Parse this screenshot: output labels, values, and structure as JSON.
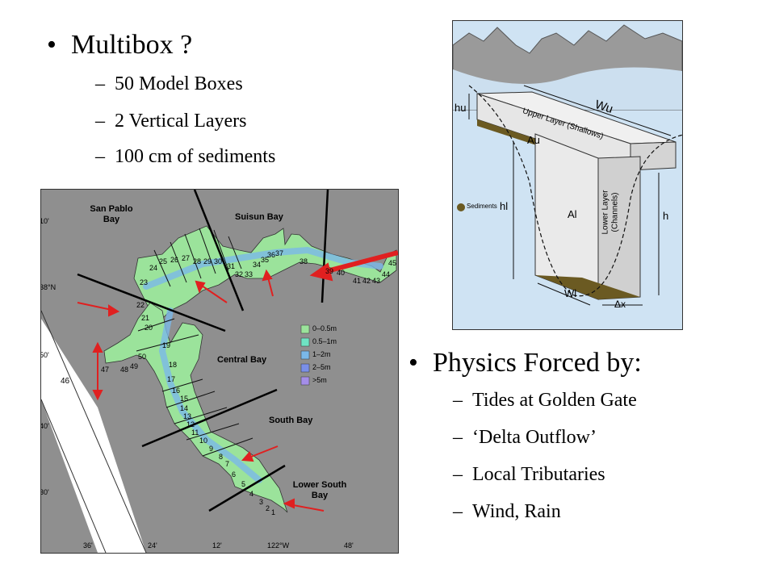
{
  "left": {
    "title": "Multibox ?",
    "items": [
      "50 Model Boxes",
      "2 Vertical Layers",
      "100 cm of sediments"
    ]
  },
  "right": {
    "title": "Physics Forced by:",
    "items": [
      "Tides at Golden Gate",
      "‘Delta Outflow’",
      "Local Tributaries",
      "Wind, Rain"
    ]
  },
  "map": {
    "regions": {
      "san_pablo": "San Pablo\nBay",
      "suisun": "Suisun Bay",
      "central": "Central Bay",
      "south": "South Bay",
      "lower_south": "Lower South\nBay"
    },
    "lat_labels": [
      "10'",
      "38°N",
      "50'",
      "40'",
      "30'"
    ],
    "lon_labels": [
      "36'",
      "24'",
      "12'",
      "122°W",
      "48'"
    ],
    "legend": [
      "0–0.5m",
      "0.5–1m",
      "1–2m",
      "2–5m",
      ">5m"
    ],
    "legend_colors": [
      "#9be39b",
      "#6fe3c3",
      "#7ab8e8",
      "#7a8fe8",
      "#a48ee8"
    ],
    "box_numbers": [
      "1",
      "2",
      "3",
      "4",
      "5",
      "6",
      "7",
      "8",
      "9",
      "10",
      "11",
      "12",
      "13",
      "14",
      "15",
      "16",
      "17",
      "18",
      "19",
      "20",
      "21",
      "22",
      "23",
      "24",
      "25",
      "26",
      "27",
      "28",
      "29",
      "30",
      "31",
      "32",
      "33",
      "34",
      "35",
      "36",
      "37",
      "38",
      "39",
      "40",
      "41",
      "42",
      "43",
      "44",
      "45",
      "46",
      "47",
      "48",
      "49",
      "50"
    ]
  },
  "diagram": {
    "labels": {
      "wu": "Wu",
      "hu": "hu",
      "au": "Au",
      "upper": "Upper Layer (Shallows)",
      "lower": "Lower Layer\n(Channels)",
      "al": "Al",
      "hl": "hl",
      "h": "h",
      "wl": "Wl",
      "dx": "Δx",
      "sediments": "Sediments"
    }
  }
}
